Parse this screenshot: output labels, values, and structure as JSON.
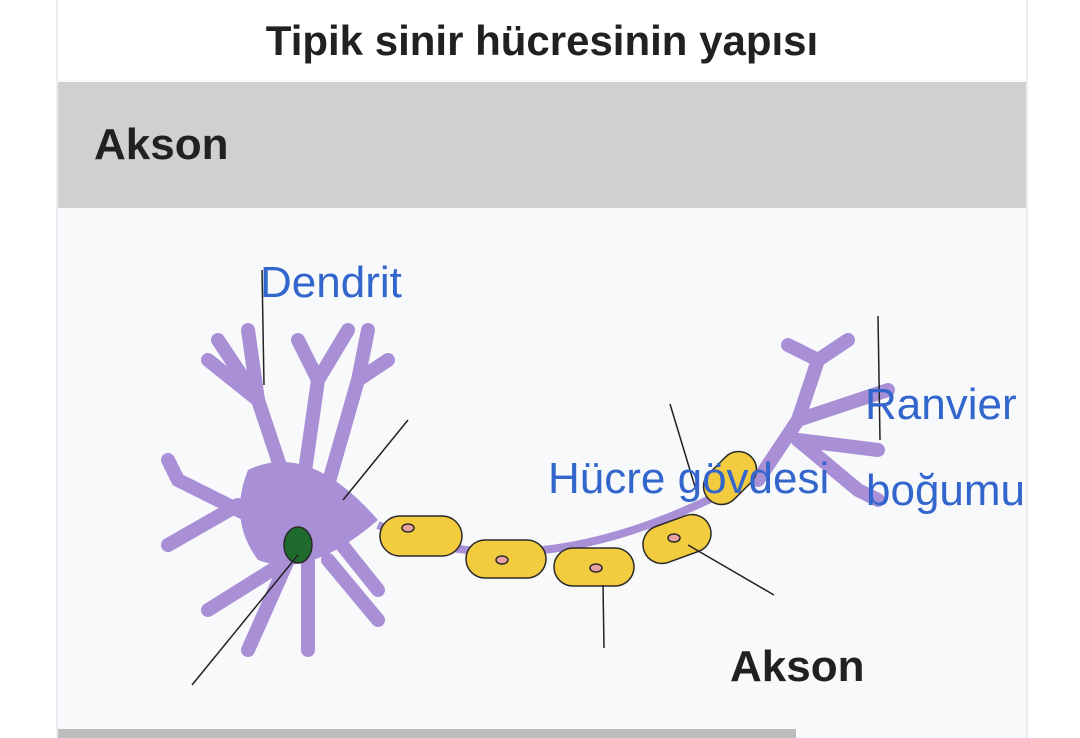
{
  "title": "Tipik sinir hücresinin yapısı",
  "section_header": "Akson",
  "labels": {
    "dendrit": "Dendrit",
    "ranvier_line1": "Ranvier",
    "ranvier_line2": "boğumu",
    "hucre_govdesi": "Hücre gövdesi",
    "akson": "Akson"
  },
  "colors": {
    "dendrite": "#a98fd6",
    "myelin": "#f2cb3f",
    "nucleus": "#1f6b2e",
    "label": "#3366cc"
  }
}
